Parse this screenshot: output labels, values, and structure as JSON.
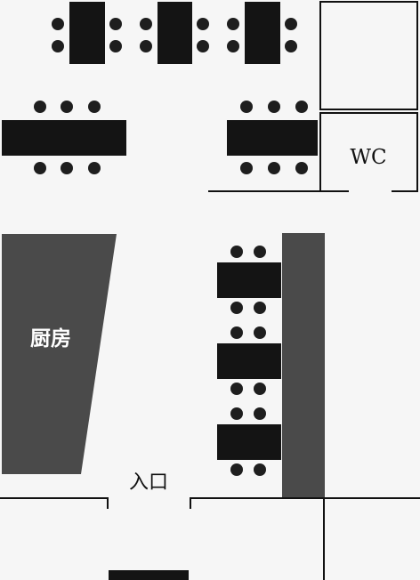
{
  "labels": {
    "wc": "WC",
    "kitchen": "厨房",
    "entrance": "入口"
  },
  "colors": {
    "background": "#f6f6f6",
    "table": "#141414",
    "chair": "#1e1e1e",
    "kitchen": "#4a4a4a",
    "counter": "#4a4a4a",
    "wall": "#111111",
    "label_dark": "#111111",
    "label_light": "#ffffff"
  }
}
